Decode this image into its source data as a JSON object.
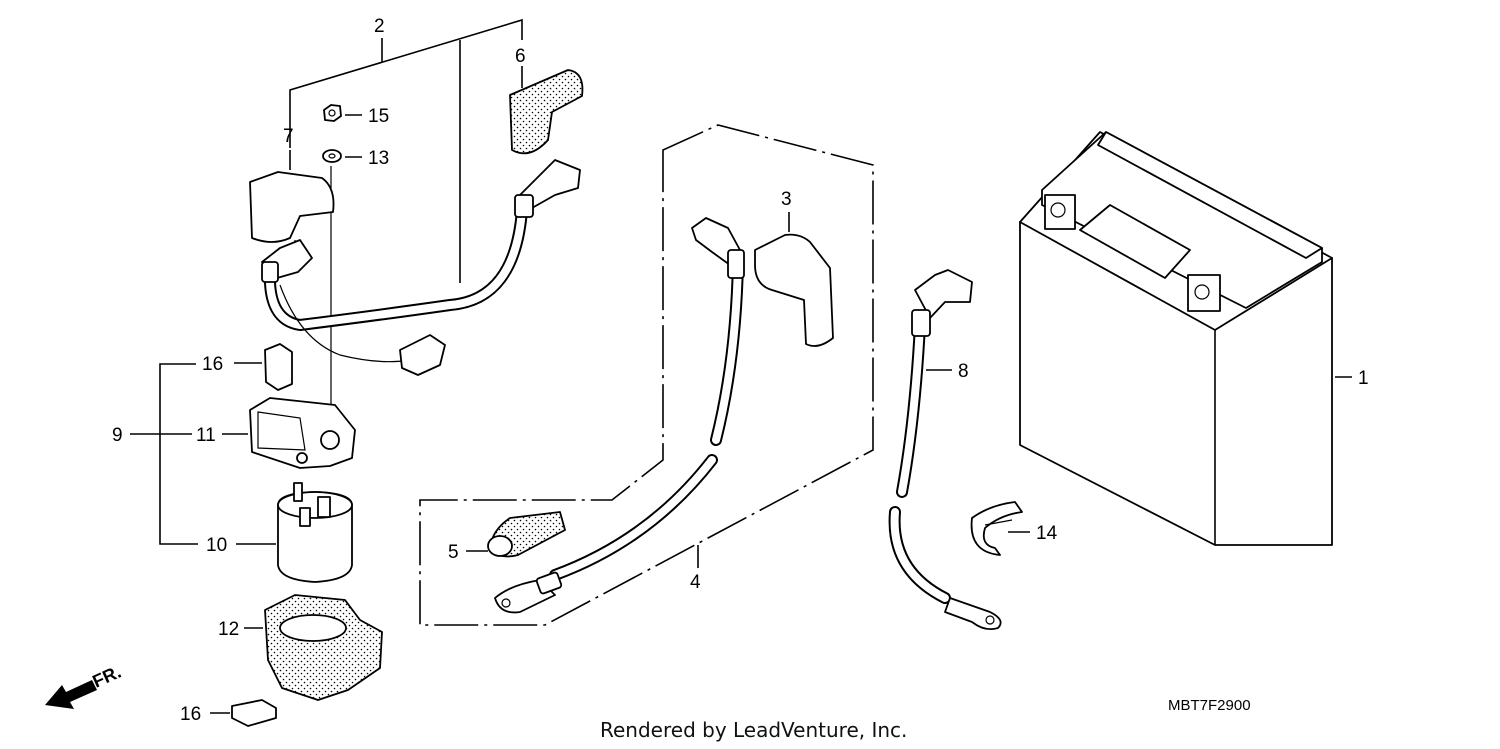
{
  "callouts": {
    "c1": "1",
    "c2": "2",
    "c3": "3",
    "c4": "4",
    "c5": "5",
    "c6": "6",
    "c7": "7",
    "c8": "8",
    "c9": "9",
    "c10": "10",
    "c11": "11",
    "c12": "12",
    "c13": "13",
    "c14": "14",
    "c15": "15",
    "c16a": "16",
    "c16b": "16"
  },
  "direction_label": "FR.",
  "diagram_code": "MBT7F2900",
  "credit": "Rendered by LeadVenture, Inc."
}
